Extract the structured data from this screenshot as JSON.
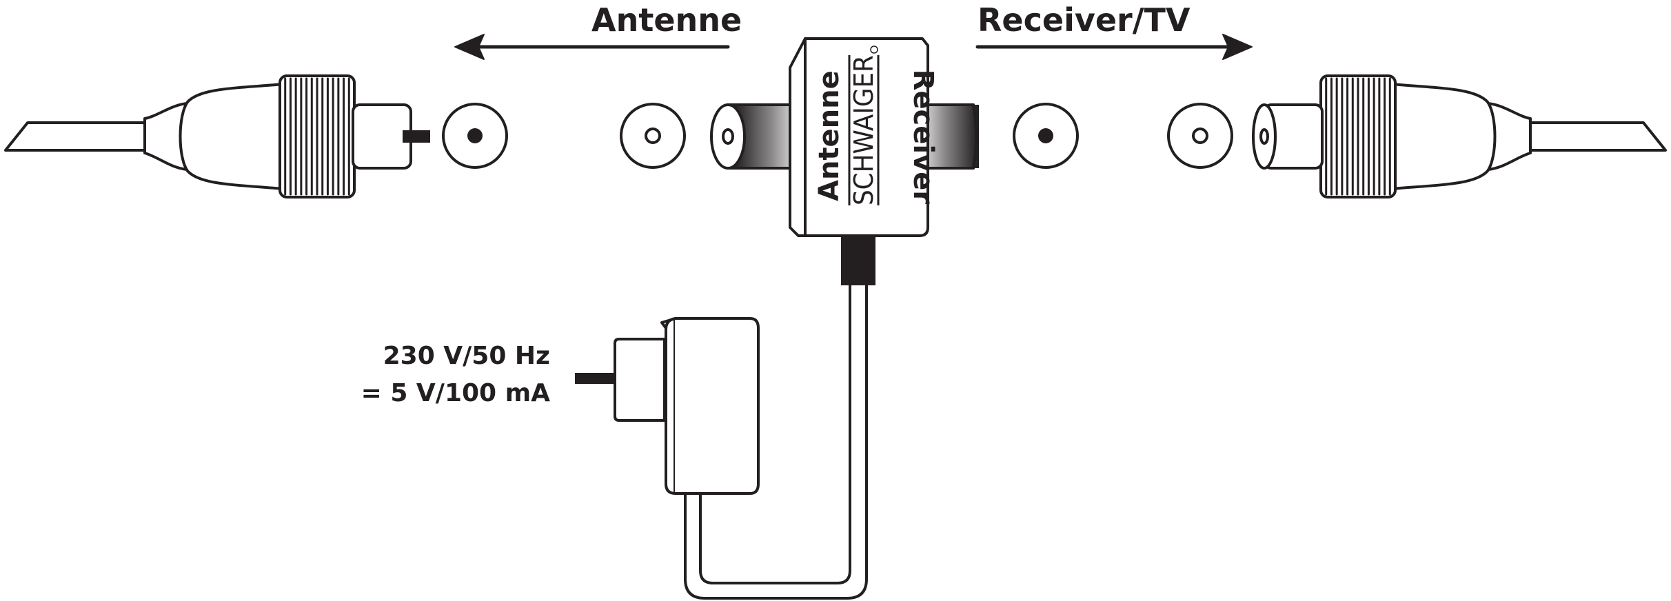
{
  "labels": {
    "antenne": "Antenne",
    "receiver_tv": "Receiver/TV",
    "power_line1": "230 V/50 Hz",
    "power_line2": "= 5 V/100 mA"
  },
  "device": {
    "brand": "SCHWAIGER",
    "port_left": "Antenne",
    "port_right": "Receiver"
  },
  "colors": {
    "ink": "#231f20",
    "paper": "#ffffff"
  },
  "icons": {
    "left_arrow": "arrow-left-icon",
    "right_arrow": "arrow-right-icon",
    "antenna_plug": "coax-male-plug-icon",
    "receiver_plug": "coax-female-plug-icon",
    "adapter": "power-supply-icon"
  }
}
